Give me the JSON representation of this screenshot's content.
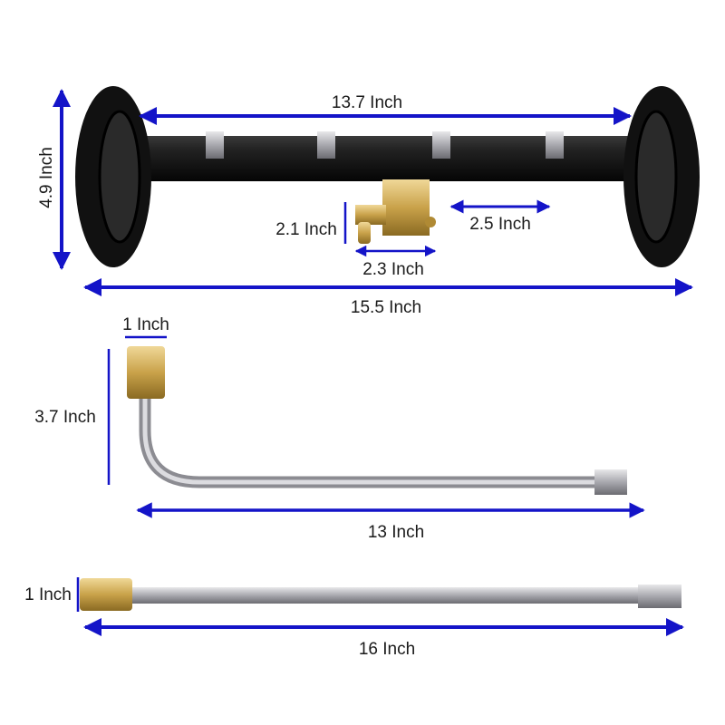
{
  "colors": {
    "dimension_arrow": "#1414c8",
    "bar": "#111111",
    "brass": "#c9a24a",
    "steel": "#b8b8bc"
  },
  "broom": {
    "width_between_wheels": "13.7 Inch",
    "height": "4.9 Inch",
    "fitting_height": "2.1 Inch",
    "nozzle_spacing": "2.5 Inch",
    "fitting_width": "2.3 Inch",
    "total_width": "15.5 Inch"
  },
  "curved_wand": {
    "connector_width": "1 Inch",
    "height": "3.7 Inch",
    "length": "13 Inch"
  },
  "straight_wand": {
    "connector_height": "1 Inch",
    "length": "16 Inch"
  }
}
